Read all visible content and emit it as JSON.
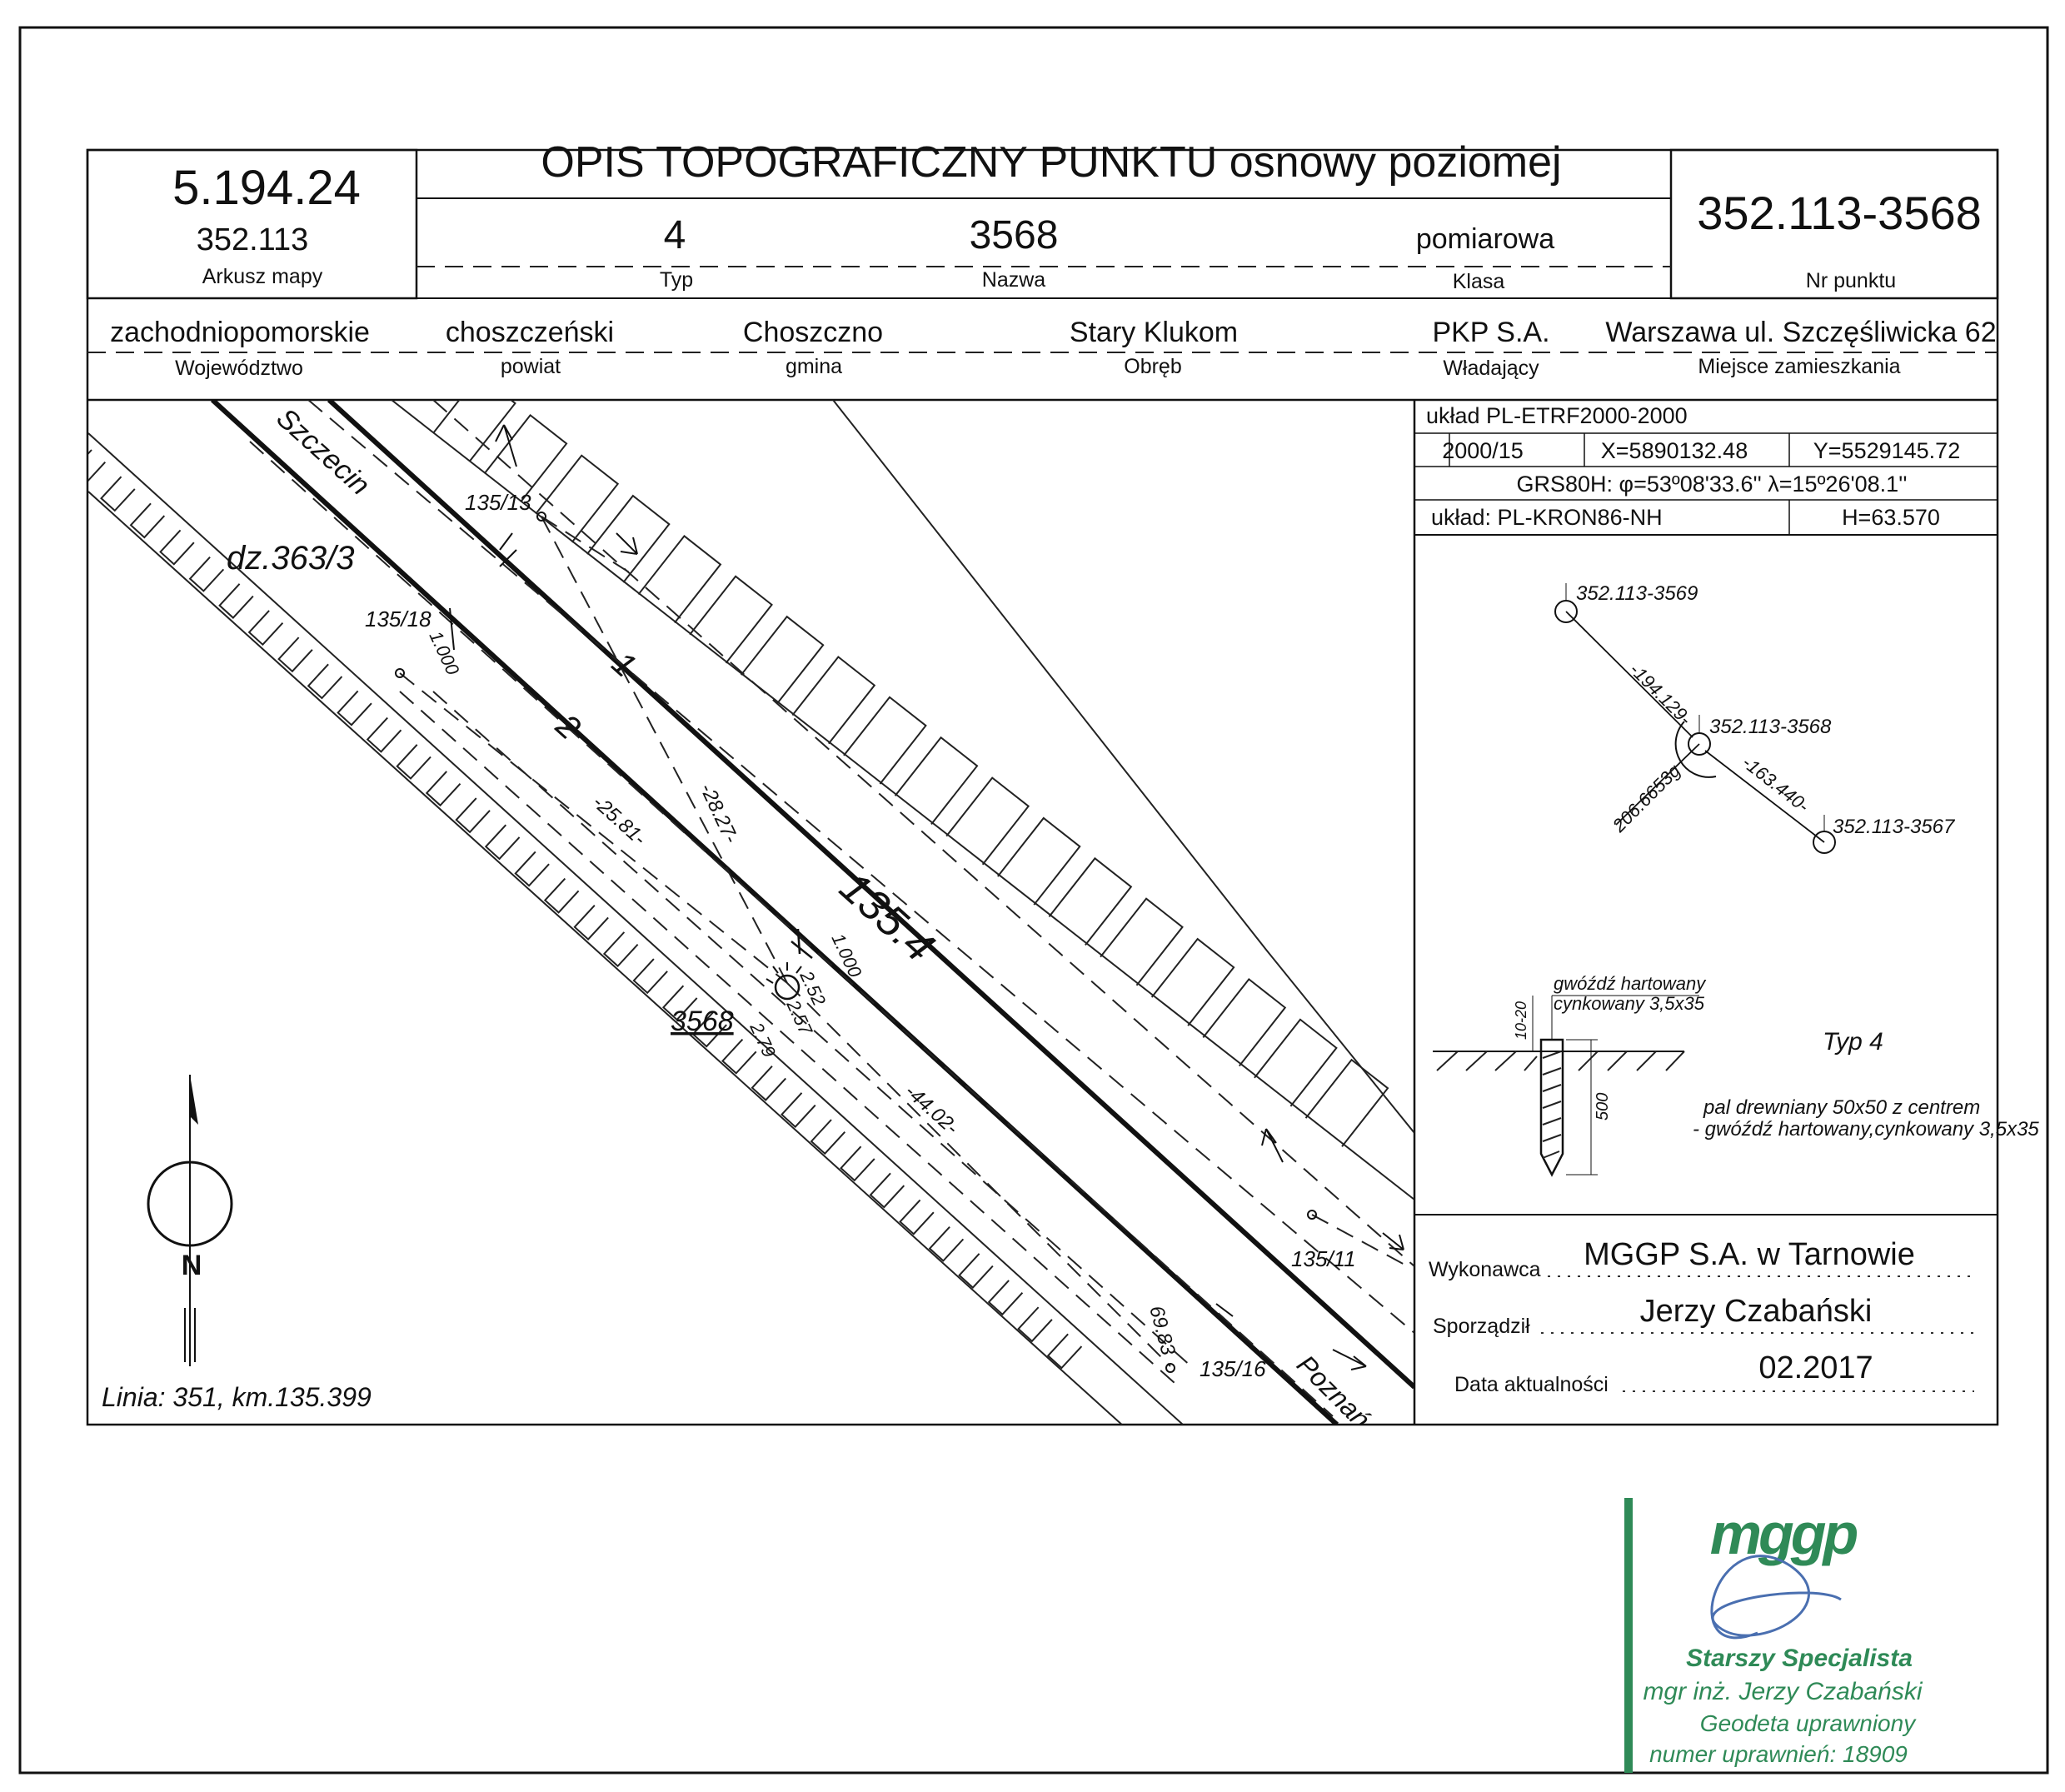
{
  "header": {
    "title": "OPIS TOPOGRAFICZNY PUNKTU osnowy poziomej",
    "map_sheet_number": "5.194.24",
    "map_sheet_code": "352.113",
    "map_sheet_label": "Arkusz mapy",
    "type_value": "4",
    "type_label": "Typ",
    "name_value": "3568",
    "name_label": "Nazwa",
    "class_value": "pomiarowa",
    "class_label": "Klasa",
    "point_number": "352.113-3568",
    "point_number_label": "Nr punktu"
  },
  "location": {
    "voivodeship_value": "zachodniopomorskie",
    "voivodeship_label": "Województwo",
    "district_value": "choszczeński",
    "district_label": "powiat",
    "commune_value": "Choszczno",
    "commune_label": "gmina",
    "precinct_value": "Stary Klukom",
    "precinct_label": "Obręb",
    "owner_value": "PKP S.A.",
    "owner_label": "Władający",
    "residence_value": "Warszawa ul. Szczęśliwicka 62",
    "residence_label": "Miejsce zamieszkania"
  },
  "coordinates": {
    "system": "układ PL-ETRF2000-2000",
    "zone": "2000/15",
    "x": "X=5890132.48",
    "y": "Y=5529145.72",
    "grs": "GRS80H: φ=53º08'33.6'' λ=15º26'08.1''",
    "height_system": "układ: PL-KRON86-NH",
    "height": "H=63.570"
  },
  "sketch": {
    "direction_west": "Szczecin",
    "direction_east": "Poznań",
    "parcel": "dz.363/3",
    "track_1": "1",
    "track_2": "2",
    "km_marker": "135.4",
    "point_name": "3568",
    "pole_13": "135/13",
    "pole_18": "135/18",
    "pole_11": "135/11",
    "pole_16": "135/16",
    "dist_1": "-28.27-",
    "dist_2": "-25.81-",
    "dist_3": "-44.02-",
    "dist_4": "69.83",
    "dist_5": "2.52",
    "dist_6": "2.57",
    "dist_7": "2.79",
    "offset_a": "1.000",
    "offset_b": "1.000",
    "north": "N",
    "line_info": "Linia: 351, km.135.399"
  },
  "network": {
    "point_a": "352.113-3569",
    "point_center": "352.113-3568",
    "point_b": "352.113-3567",
    "dist_a": "-194.129-",
    "dist_b": "-163.440-",
    "angle": "206.6653g"
  },
  "marker": {
    "nail_label_1": "gwóźdź hartowany",
    "nail_label_2": "cynkowany 3,5x35",
    "depth_top": "10-20",
    "depth": "500",
    "type_label": "Typ 4",
    "description_1": "pal drewniany 50x50 z centrem",
    "description_2": "- gwóźdź hartowany,cynkowany 3,5x35"
  },
  "footer": {
    "contractor_label": "Wykonawca",
    "contractor_value": "MGGP S.A.  w Tarnowie",
    "author_label": "Sporządził",
    "author_value": "Jerzy Czabański",
    "date_label": "Data aktualności",
    "date_value": "02.2017"
  },
  "stamp": {
    "logo": "mggp",
    "line_1": "Starszy Specjalista",
    "line_2": "mgr inż. Jerzy Czabański",
    "line_3": "Geodeta uprawniony",
    "line_4": "numer uprawnień: 18909",
    "color": "#2f8a57"
  }
}
